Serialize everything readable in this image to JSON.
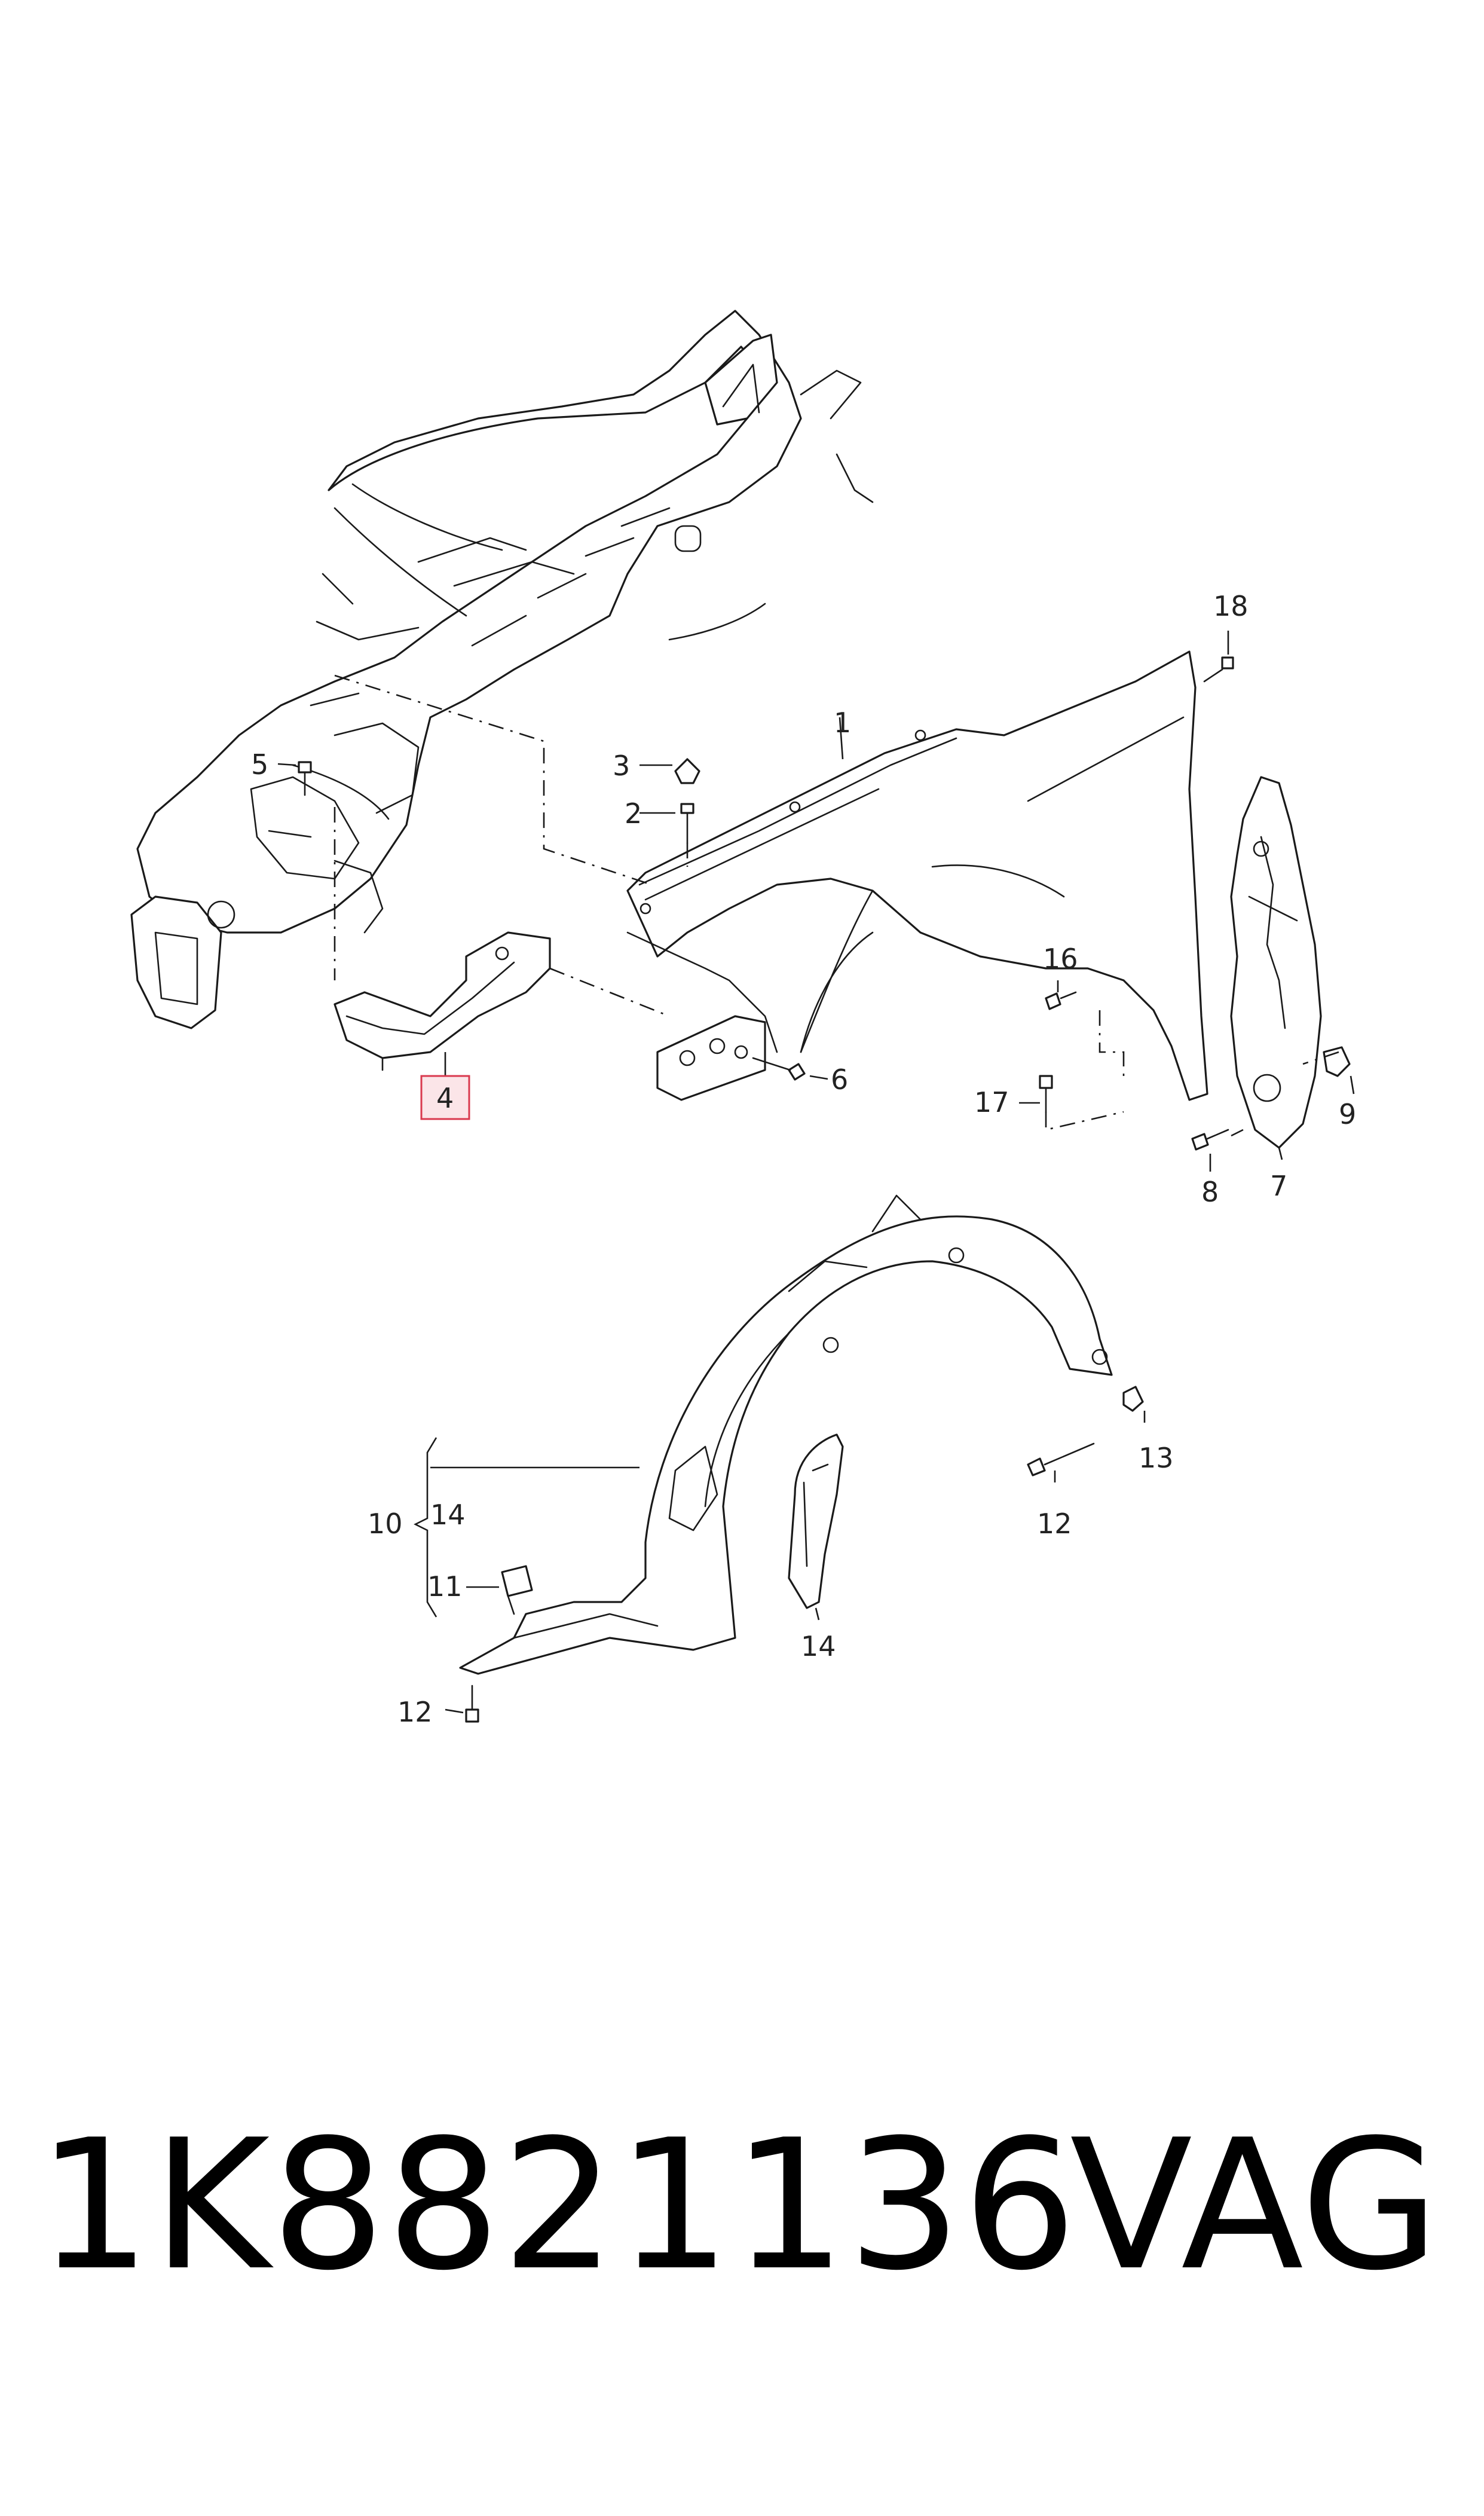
{
  "callouts": {
    "c1": "1",
    "c2": "2",
    "c3": "3",
    "c4": "4",
    "c5": "5",
    "c6": "6",
    "c7": "7",
    "c8": "8",
    "c9": "9",
    "c10": "10",
    "c11": "11",
    "c12a": "12",
    "c12b": "12",
    "c13": "13",
    "c14a": "14",
    "c14b": "14",
    "c16": "16",
    "c17": "17",
    "c18": "18"
  },
  "highlight_color": "#d9394e",
  "footer": {
    "part_number": "1K8821136",
    "brand": "VAG"
  }
}
